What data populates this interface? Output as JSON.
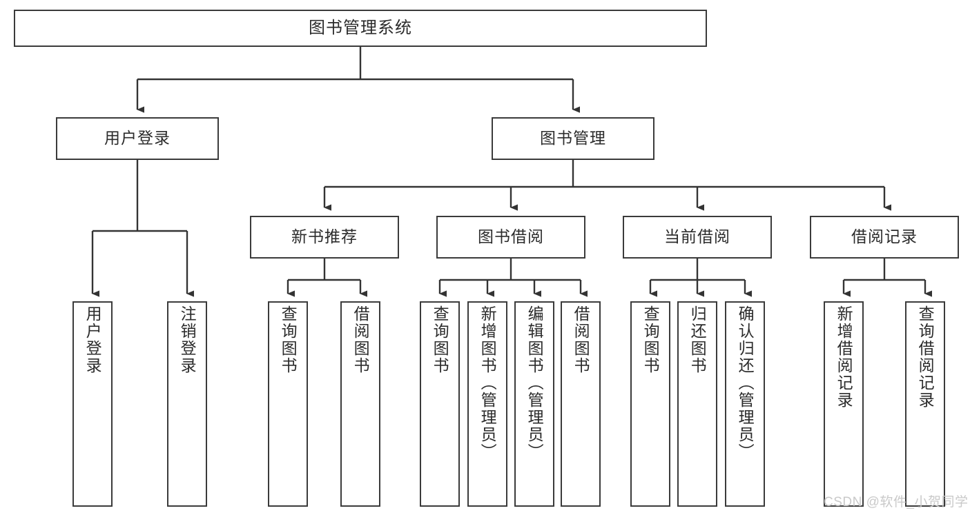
{
  "diagram": {
    "title": "图书管理系统",
    "type": "hierarchy-tree",
    "watermark": "CSDN @软件_小贺同学",
    "colors": {
      "box_border": "#3a3a3a",
      "box_fill": "#ffffff",
      "connector": "#333333",
      "text": "#2b2b2b",
      "watermark": "#c9c9c9"
    },
    "levels": {
      "root": {
        "label": "图书管理系统"
      },
      "level1": [
        {
          "label": "用户登录"
        },
        {
          "label": "图书管理"
        }
      ],
      "level2": [
        {
          "label": "新书推荐"
        },
        {
          "label": "图书借阅"
        },
        {
          "label": "当前借阅"
        },
        {
          "label": "借阅记录"
        }
      ],
      "leaves": {
        "user_login": [
          {
            "label": "用户登录"
          },
          {
            "label": "注销登录"
          }
        ],
        "new_book_recommend": [
          {
            "label": "查询图书"
          },
          {
            "label": "借阅图书"
          }
        ],
        "book_borrow": [
          {
            "label": "查询图书"
          },
          {
            "label": "新增图书（管理员）"
          },
          {
            "label": "编辑图书（管理员）"
          },
          {
            "label": "借阅图书"
          }
        ],
        "current_borrow": [
          {
            "label": "查询图书"
          },
          {
            "label": "归还图书"
          },
          {
            "label": "确认归还（管理员）"
          }
        ],
        "borrow_record": [
          {
            "label": "新增借阅记录"
          },
          {
            "label": "查询借阅记录"
          }
        ]
      }
    }
  }
}
